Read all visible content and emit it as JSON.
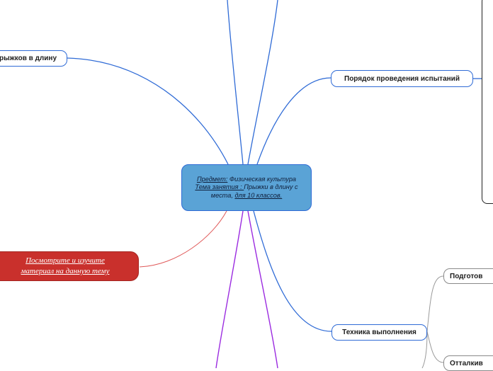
{
  "central": {
    "subject_label": "Предмет:",
    "subject_value": " Физическая культура",
    "topic_label": "Тема занятия : ",
    "topic_value": " Прыжки в длину с",
    "topic_line2_a": "места, ",
    "topic_line2_b": "для 10 классов."
  },
  "nodes": {
    "left_top": "рыжков в длину",
    "right_top": "Порядок проведения испытаний",
    "bottom_right": "Техника выполнения",
    "sub_prep": "Подготов",
    "sub_push": "Отталкив"
  },
  "red_node": {
    "line1": "Посмотрите и изучите ",
    "line2": "материал на данную  тему "
  },
  "colors": {
    "blue_line": "#2f6bd6",
    "purple_line": "#9b2be0",
    "red_line": "#e05a5a",
    "gray_line": "#9a9a9a",
    "central_fill": "#5aa3d6",
    "red_fill": "#c9302c"
  }
}
